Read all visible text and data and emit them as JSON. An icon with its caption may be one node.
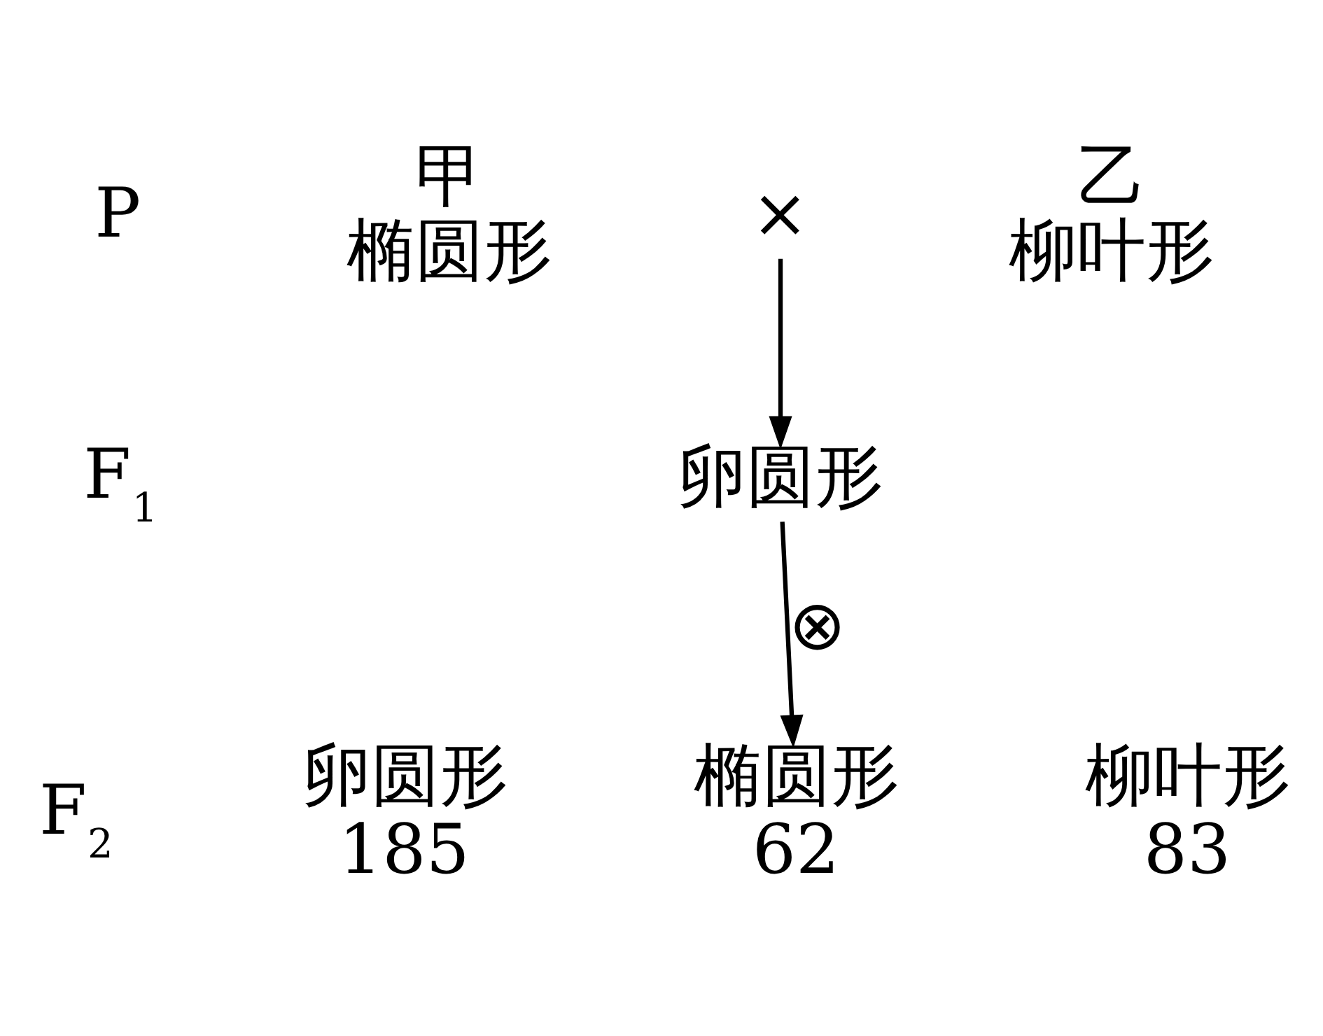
{
  "diagram": {
    "nodes": [
      {
        "text": [
          "甲",
          "椭圆形"
        ]
      },
      {
        "text": [
          "×"
        ]
      },
      {
        "text": [
          "乙",
          "柳叶形"
        ]
      },
      {
        "text": [
          "卵圆形"
        ]
      },
      {
        "text": [
          "卵圆形",
          "185"
        ]
      },
      {
        "text": [
          "椭圆形",
          "62"
        ]
      },
      {
        "text": [
          "柳叶形",
          "83"
        ]
      }
    ],
    "edges": [
      {
        "from": 1,
        "to": 3,
        "arrow": "to"
      },
      {
        "from": 3,
        "to": 5,
        "arrow": "to",
        "label": "⊗"
      }
    ],
    "labels": [
      "P",
      "F$_{1}$",
      "F$_{2}$"
    ]
  }
}
